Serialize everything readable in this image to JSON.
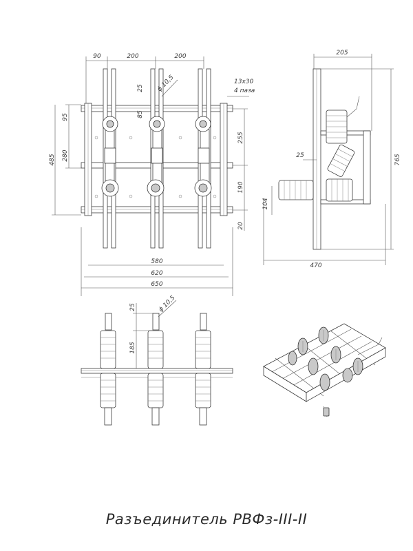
{
  "caption": "Разъединитель РВФз-III-II",
  "front_view": {
    "top_dims": [
      "90",
      "200",
      "200"
    ],
    "left_dims": [
      "95",
      "485",
      "280"
    ],
    "right_dims": [
      "255",
      "190",
      "20"
    ],
    "inner_dims": [
      "25",
      "85"
    ],
    "hole_label": "ϕ 10,5",
    "slot_label": "13x30",
    "slot_count": "4 паза",
    "bottom_dims": [
      "580",
      "620",
      "650"
    ]
  },
  "side_view": {
    "top_dim": "205",
    "right_dim": "765",
    "left_dims": [
      "25",
      "104"
    ],
    "bottom_dim": "470"
  },
  "bottom_view": {
    "dims": [
      "25",
      "185"
    ],
    "hole_label": "ϕ 10,5"
  }
}
